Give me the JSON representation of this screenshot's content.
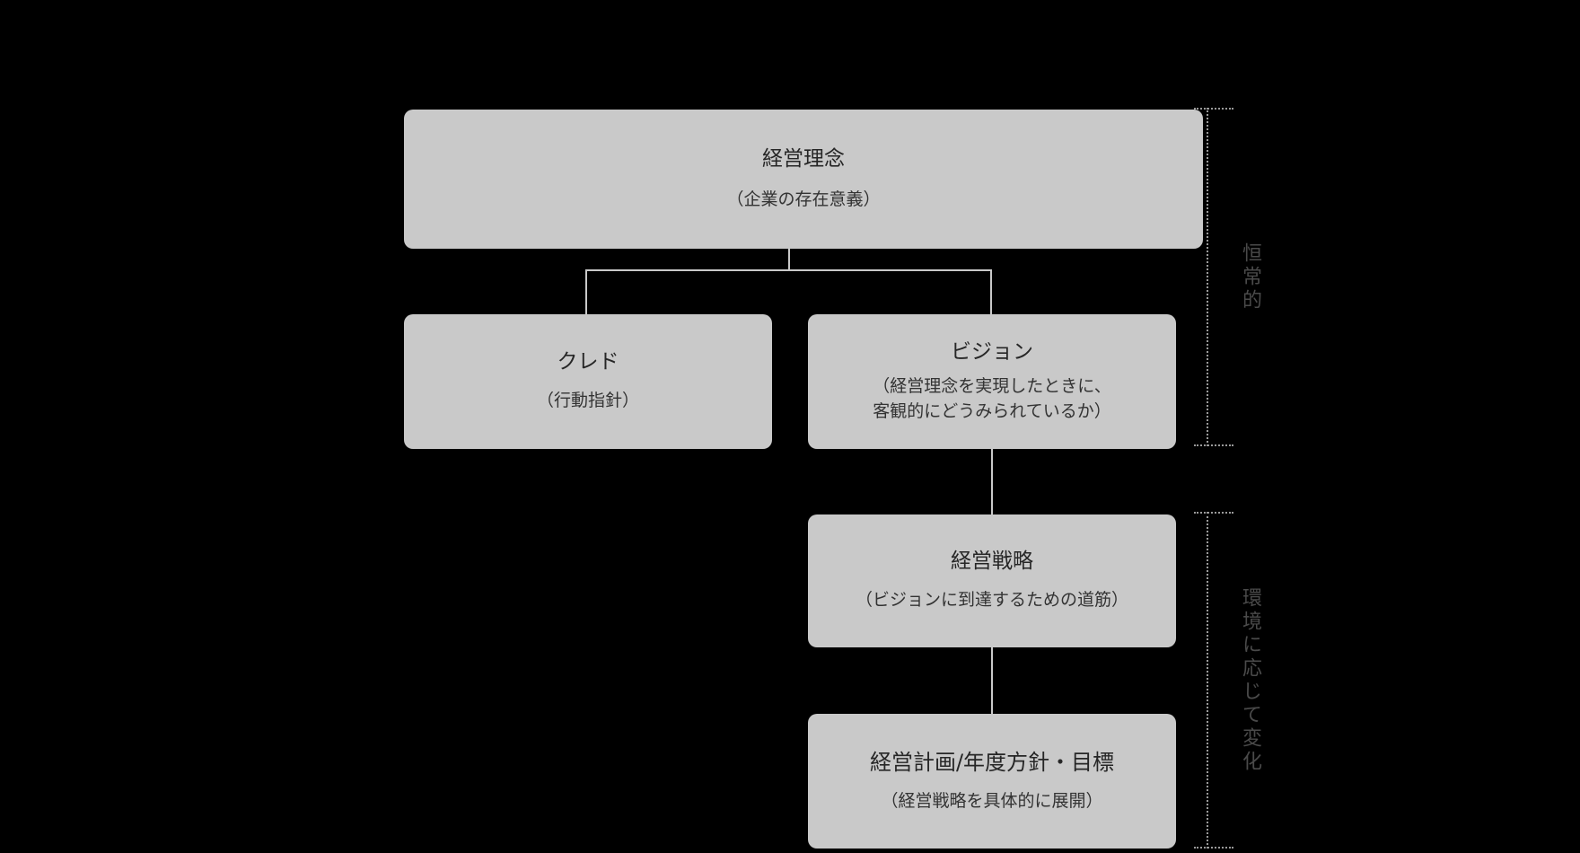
{
  "diagram": {
    "background_color": "#000000",
    "box_color": "#c9c9c9",
    "line_color": "#c9c9c9",
    "bracket_color": "#9a9a9a",
    "text_color": "#262626",
    "nodes": [
      {
        "id": "philosophy",
        "title": "経営理念",
        "subtitle_lines": [
          "（企業の存在意義）"
        ]
      },
      {
        "id": "credo",
        "title": "クレド",
        "subtitle_lines": [
          "（行動指針）"
        ]
      },
      {
        "id": "vision",
        "title": "ビジョン",
        "subtitle_lines": [
          "（経営理念を実現したときに、",
          "客観的にどうみられているか）"
        ]
      },
      {
        "id": "strategy",
        "title": "経営戦略",
        "subtitle_lines": [
          "（ビジョンに到達するための道筋）"
        ]
      },
      {
        "id": "plan",
        "title": "経営計画/年度方針・目標",
        "subtitle_lines": [
          "（経営戦略を具体的に展開）"
        ]
      }
    ],
    "brackets": [
      {
        "id": "constant",
        "label": "恒常的"
      },
      {
        "id": "changing",
        "label": "環境に応じて変化"
      }
    ]
  }
}
